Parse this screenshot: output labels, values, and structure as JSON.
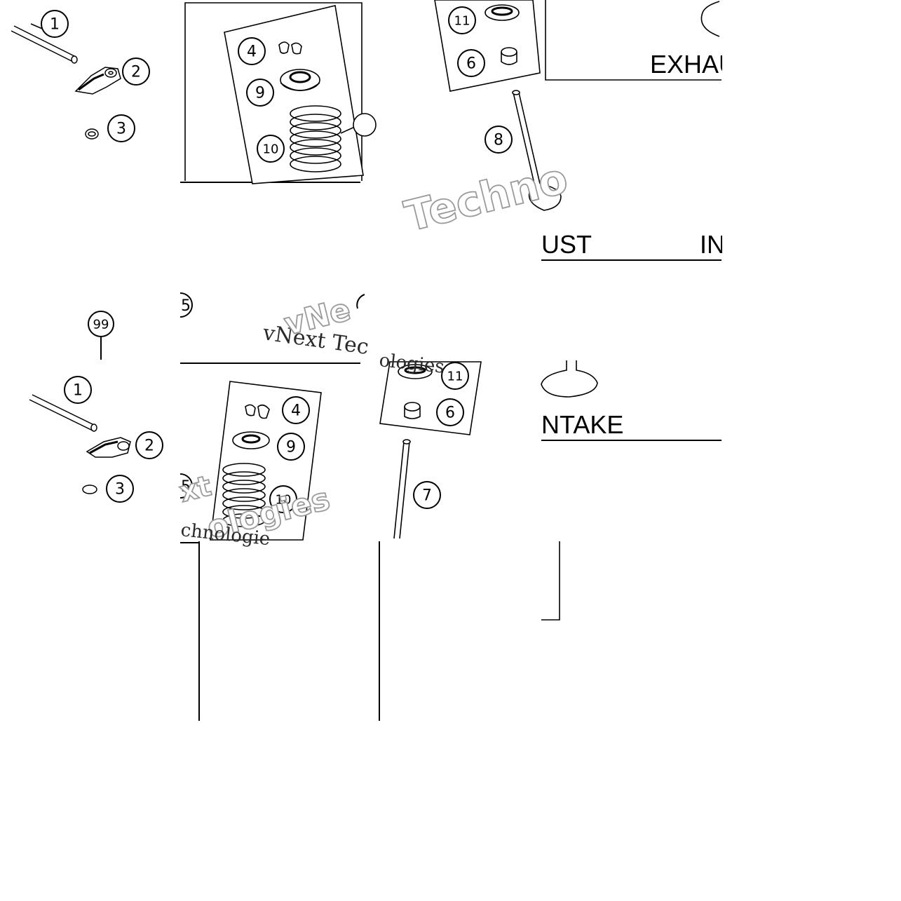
{
  "callouts_upper": [
    "1",
    "2",
    "3",
    "4",
    "9",
    "10",
    "11",
    "6",
    "8"
  ],
  "callouts_lower": [
    "99",
    "1",
    "2",
    "3",
    "4",
    "9",
    "10",
    "11",
    "6",
    "7"
  ],
  "callouts_partial": [
    "5",
    "5"
  ],
  "labels": {
    "exhaust_top": "EXHAU",
    "exhaust_mid": "UST",
    "intake_mid": "IN",
    "intake_low": "NTAKE"
  },
  "watermarks": {
    "techno": "Techno",
    "vnext_tec": "vNext Tec",
    "vnext": "vNe",
    "ologies": "ologies",
    "xt": "xt",
    "ologies_low": "ologies",
    "chnologie": "chnologie"
  },
  "colors": {
    "line": "#000000",
    "background": "#ffffff",
    "watermark_stroke": "#9a9a9a"
  }
}
